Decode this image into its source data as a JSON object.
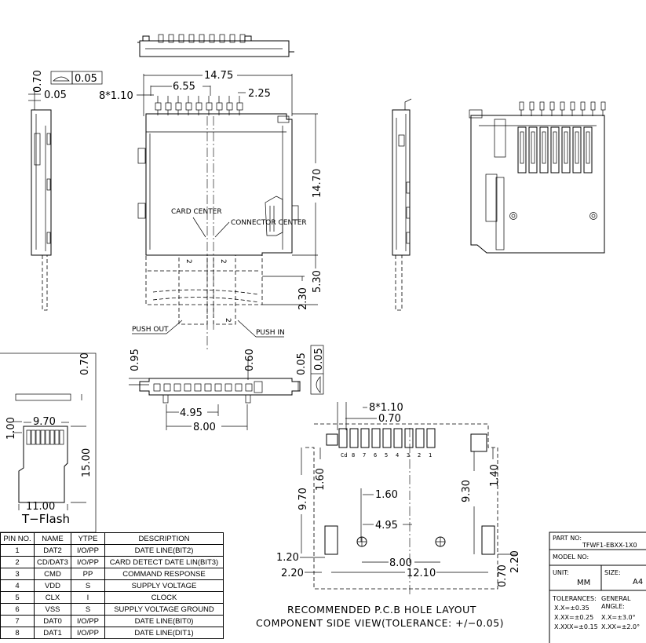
{
  "views": {
    "top_dims": {
      "d1": "14.75",
      "d2": "6.55",
      "d3": "2.25",
      "pitch": "8*1.10",
      "height": "14.70",
      "push": "5.30",
      "push2": "2.30"
    },
    "left_dims": {
      "a": "0.70",
      "b": "0.05",
      "flat": "0.05"
    },
    "labels": {
      "card_center": "CARD CENTER",
      "connector_center": "CONNECTOR CENTER",
      "push_out": "PUSH OUT",
      "push_in": "PUSH IN",
      "tag": "2"
    },
    "front_dims": {
      "a": "0.95",
      "b": "0.60",
      "c": "0.05",
      "d": "4.95",
      "e": "8.00",
      "flat": "0.05"
    },
    "tflash": {
      "h": "1.00",
      "t": "0.70",
      "w": "9.70",
      "len": "15.00",
      "bw": "11.00",
      "title": "T−Flash"
    },
    "pcb": {
      "pitch": "8*1.10",
      "w": "0.70",
      "pins": [
        "Cd",
        "8",
        "7",
        "6",
        "5",
        "4",
        "3",
        "2",
        "1"
      ],
      "d_160": "1.60",
      "d_970": "9.70",
      "d_160b": "1.60",
      "d_495": "4.95",
      "d_930": "9.30",
      "d_140": "1.40",
      "d_120": "1.20",
      "d_220": "2.20",
      "d_800": "8.00",
      "d_1210": "12.10",
      "d_070": "0.70",
      "d_220b": "2.20",
      "title1": "RECOMMENDED P.C.B HOLE LAYOUT",
      "title2": "COMPONENT SIDE VIEW(TOLERANCE: +/−0.05)"
    }
  },
  "pin_table": {
    "headers": [
      "PIN NO.",
      "NAME",
      "YTPE",
      "DESCRIPTION"
    ],
    "rows": [
      [
        "1",
        "DAT2",
        "I/O/PP",
        "DATE LINE(BIT2)"
      ],
      [
        "2",
        "CD/DAT3",
        "I/O/PP",
        "CARD DETECT DATE LIN(BIT3)"
      ],
      [
        "3",
        "CMD",
        "PP",
        "COMMAND RESPONSE"
      ],
      [
        "4",
        "VDD",
        "S",
        "SUPPLY VOLTAGE"
      ],
      [
        "5",
        "CLX",
        "I",
        "CLOCK"
      ],
      [
        "6",
        "VSS",
        "S",
        "SUPPLY VOLTAGE GROUND"
      ],
      [
        "7",
        "DAT0",
        "I/O/PP",
        "DATE LINE(BIT0)"
      ],
      [
        "8",
        "DAT1",
        "I/O/PP",
        "DATE LINE(DIT1)"
      ]
    ]
  },
  "title_block": {
    "part_no_label": "PART NO:",
    "part_no": "TFWF1-EBXX-1X0",
    "model_no_label": "MODEL NO:",
    "unit_label": "UNIT:",
    "unit": "MM",
    "size_label": "SIZE:",
    "size": "A4",
    "tol_label": "TOLERANCES:",
    "tol1": "X.X=±0.35",
    "tol2": "X.XX=±0.25",
    "tol3": "X.XXX=±0.15",
    "gen_label": "GENERAL",
    "angle_label": "ANGLE:",
    "ang1": "X.X=±3.0°",
    "ang2": "X.XX=±2.0°"
  }
}
